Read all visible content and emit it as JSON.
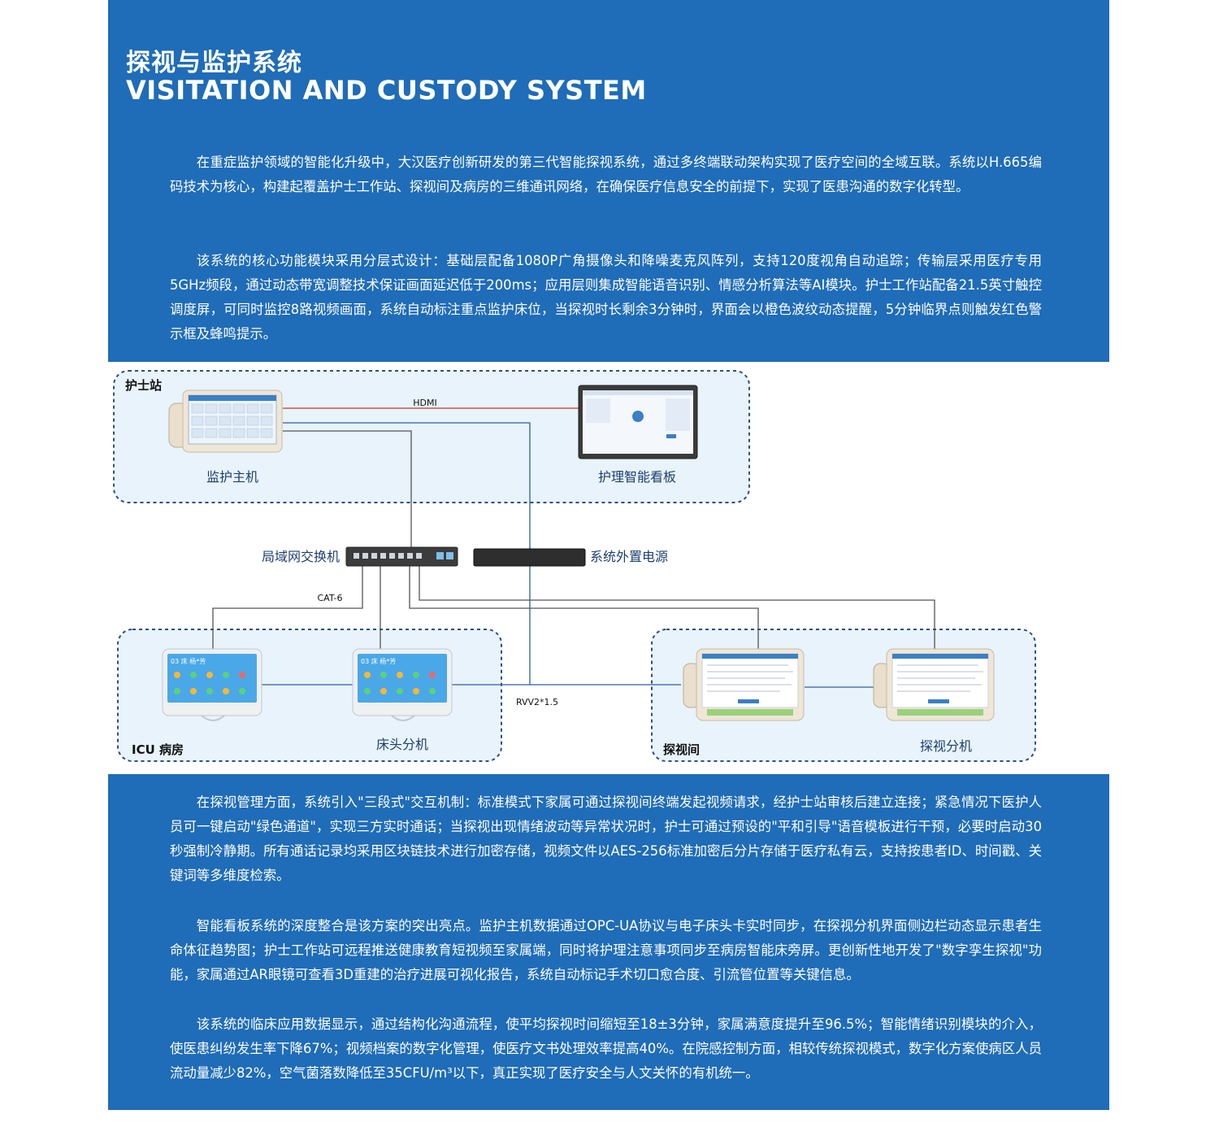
{
  "header": {
    "title_cn": "探视与监护系统",
    "title_en": "VISITATION AND CUSTODY SYSTEM"
  },
  "intro": {
    "p1": "在重症监护领域的智能化升级中，大汉医疗创新研发的第三代智能探视系统，通过多终端联动架构实现了医疗空间的全域互联。系统以H.665编码技术为核心，构建起覆盖护士工作站、探视间及病房的三维通讯网络，在确保医疗信息安全的前提下，实现了医患沟通的数字化转型。",
    "p2": "该系统的核心功能模块采用分层式设计：基础层配备1080P广角摄像头和降噪麦克风阵列，支持120度视角自动追踪；传输层采用医疗专用5GHz频段，通过动态带宽调整技术保证画面延迟低于200ms；应用层则集成智能语音识别、情感分析算法等AI模块。护士工作站配备21.5英寸触控调度屏，可同时监控8路视频画面，系统自动标注重点监护床位，当探视时长剩余3分钟时，界面会以橙色波纹动态提醒，5分钟临界点则触发红色警示框及蜂鸣提示。"
  },
  "diagram": {
    "zones": {
      "nurse_station": "护士站",
      "icu_ward": "ICU 病房",
      "visit_room": "探视间"
    },
    "devices": {
      "monitor_host": "监护主机",
      "smart_board": "护理智能看板",
      "lan_switch": "局域网交换机",
      "power_supply": "系统外置电源",
      "bedside_unit": "床头分机",
      "visit_unit": "探视分机"
    },
    "cables": {
      "hdmi": "HDMI",
      "cat6": "CAT-6",
      "rvv": "RVV2*1.5"
    },
    "screen_texts": {
      "bed_panel": "03 床 杨*芳"
    },
    "colors": {
      "brand_blue": "#1f6cb8",
      "zone_fill": "#e8f3fb",
      "zone_border": "#2b4f86",
      "hdmi_line": "#c0392b",
      "data_line": "#555555",
      "power_line": "#2d5fa0"
    }
  },
  "details": {
    "p3": "在探视管理方面，系统引入\"三段式\"交互机制：标准模式下家属可通过探视间终端发起视频请求，经护士站审核后建立连接；紧急情况下医护人员可一键启动\"绿色通道\"，实现三方实时通话；当探视出现情绪波动等异常状况时，护士可通过预设的\"平和引导\"语音模板进行干预，必要时启动30秒强制冷静期。所有通话记录均采用区块链技术进行加密存储，视频文件以AES-256标准加密后分片存储于医疗私有云，支持按患者ID、时间戳、关键词等多维度检索。",
    "p4": "智能看板系统的深度整合是该方案的突出亮点。监护主机数据通过OPC-UA协议与电子床头卡实时同步，在探视分机界面侧边栏动态显示患者生命体征趋势图；护士工作站可远程推送健康教育短视频至家属端，同时将护理注意事项同步至病房智能床旁屏。更创新性地开发了\"数字孪生探视\"功能，家属通过AR眼镜可查看3D重建的治疗进展可视化报告，系统自动标记手术切口愈合度、引流管位置等关键信息。",
    "p5": "该系统的临床应用数据显示，通过结构化沟通流程，使平均探视时间缩短至18±3分钟，家属满意度提升至96.5%；智能情绪识别模块的介入，使医患纠纷发生率下降67%；视频档案的数字化管理，使医疗文书处理效率提高40%。在院感控制方面，相较传统探视模式，数字化方案使病区人员流动量减少82%，空气菌落数降低至35CFU/m³以下，真正实现了医疗安全与人文关怀的有机统一。"
  }
}
